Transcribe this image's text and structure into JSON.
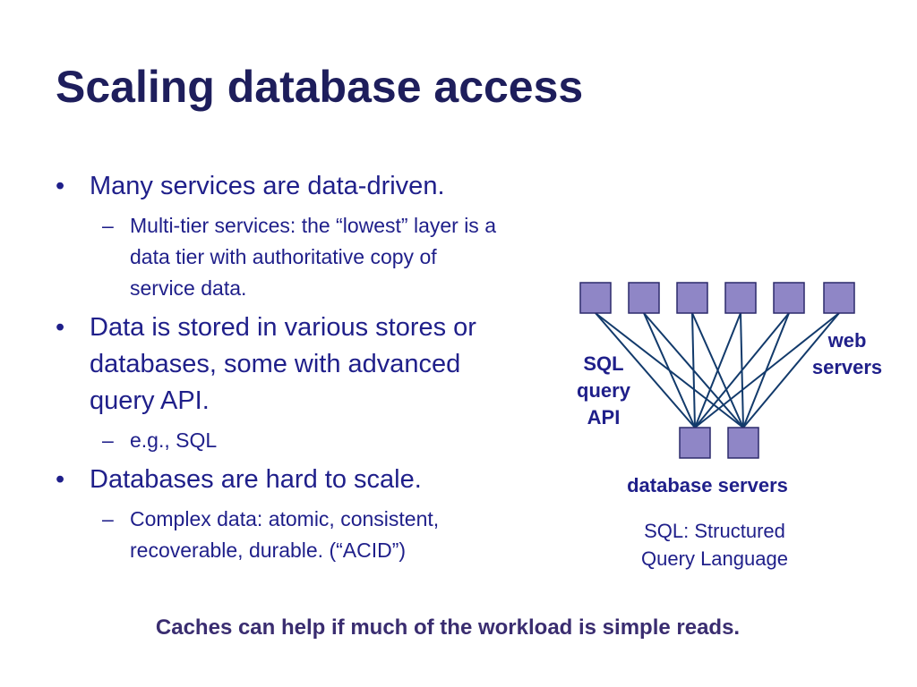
{
  "title": "Scaling database access",
  "bullets": [
    {
      "text": "Many services are data-driven.",
      "subs": [
        "Multi-tier services: the “lowest” layer is a data tier with authoritative copy of service data."
      ]
    },
    {
      "text": "Data is stored in various stores or databases, some with advanced query API.",
      "subs": [
        "e.g., SQL"
      ]
    },
    {
      "text": "Databases are hard to scale.",
      "subs": [
        "Complex data: atomic, consistent, recoverable, durable.  (“ACID”)"
      ]
    }
  ],
  "diagram": {
    "web_label_1": "web",
    "web_label_2": "servers",
    "api_label_1": "SQL",
    "api_label_2": "query",
    "api_label_3": "API",
    "db_label": "database servers",
    "note_1": "SQL: Structured",
    "note_2": "Query Language",
    "box_fill": "#8f86c6",
    "box_stroke": "#2c2a6b",
    "line_color": "#123a6b",
    "web_server_count": 6,
    "db_server_count": 2
  },
  "footer": "Caches can help if much of the workload is simple reads."
}
